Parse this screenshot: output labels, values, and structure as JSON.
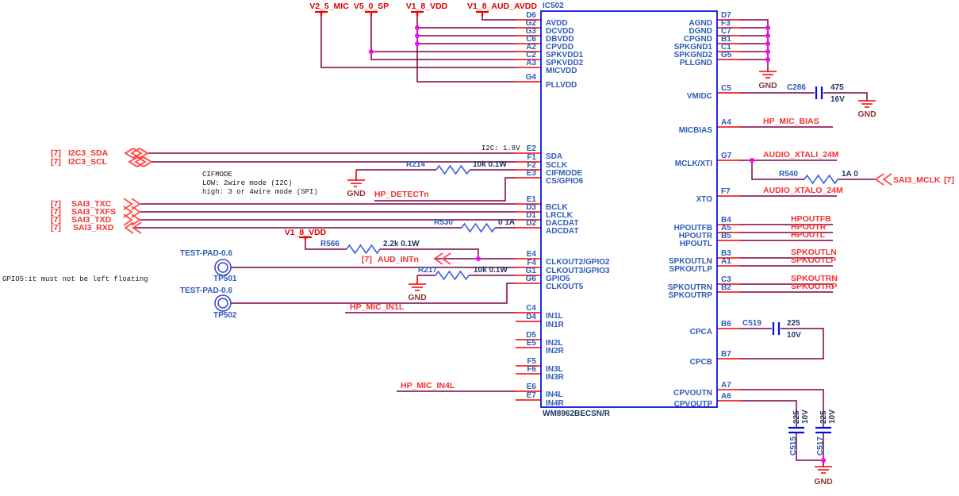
{
  "labels": {
    "gnd": "GND"
  },
  "ic": {
    "refdes": "IC502",
    "part": "WM8962BECSN/R",
    "left_pins": [
      {
        "n": "D6",
        "name": "AVDD"
      },
      {
        "n": "G2",
        "name": "DCVDD"
      },
      {
        "n": "G3",
        "name": "DBVDD"
      },
      {
        "n": "C6",
        "name": "CPVDD"
      },
      {
        "n": "A2",
        "name": "SPKVDD1"
      },
      {
        "n": "C2",
        "name": "SPKVDD2"
      },
      {
        "n": "A3",
        "name": "MICVDD"
      },
      {
        "n": "G4",
        "name": "PLLVDD"
      },
      {
        "n": "E2",
        "name": "SDA"
      },
      {
        "n": "F1",
        "name": "SCLK"
      },
      {
        "n": "F2",
        "name": "CIFMODE"
      },
      {
        "n": "E3",
        "name": "CS/GPIO6"
      },
      {
        "n": "E1",
        "name": "BCLK"
      },
      {
        "n": "D3",
        "name": "LRCLK"
      },
      {
        "n": "D1",
        "name": "DACDAT"
      },
      {
        "n": "D2",
        "name": "ADCDAT"
      },
      {
        "n": "E4",
        "name": "CLKOUT2/GPIO2"
      },
      {
        "n": "F4",
        "name": "CLKOUT3/GPIO3"
      },
      {
        "n": "G1",
        "name": "GPIO5"
      },
      {
        "n": "G6",
        "name": "CLKOUT5"
      },
      {
        "n": "C4",
        "name": "IN1L"
      },
      {
        "n": "D4",
        "name": "IN1R"
      },
      {
        "n": "D5",
        "name": "IN2L"
      },
      {
        "n": "E5",
        "name": "IN2R"
      },
      {
        "n": "F5",
        "name": "IN3L"
      },
      {
        "n": "F6",
        "name": "IN3R"
      },
      {
        "n": "E6",
        "name": "IN4L"
      },
      {
        "n": "E7",
        "name": "IN4R"
      }
    ],
    "right_pins": [
      {
        "n": "D7",
        "name": "AGND"
      },
      {
        "n": "F3",
        "name": "DGND"
      },
      {
        "n": "C7",
        "name": "CPGND"
      },
      {
        "n": "B1",
        "name": "SPKGND1"
      },
      {
        "n": "C1",
        "name": "SPKGND2"
      },
      {
        "n": "G5",
        "name": "PLLGND"
      },
      {
        "n": "C5",
        "name": "VMIDC"
      },
      {
        "n": "A4",
        "name": "MICBIAS"
      },
      {
        "n": "G7",
        "name": "MCLK/XTI"
      },
      {
        "n": "F7",
        "name": "XTO"
      },
      {
        "n": "B4",
        "name": "HPOUTFB"
      },
      {
        "n": "A5",
        "name": "HPOUTR"
      },
      {
        "n": "B5",
        "name": "HPOUTL"
      },
      {
        "n": "B3",
        "name": "SPKOUTLN"
      },
      {
        "n": "A1",
        "name": "SPKOUTLP"
      },
      {
        "n": "C3",
        "name": "SPKOUTRN"
      },
      {
        "n": "B2",
        "name": "SPKOUTRP"
      },
      {
        "n": "B6",
        "name": "CPCA"
      },
      {
        "n": "B7",
        "name": "CPCB"
      },
      {
        "n": "A7",
        "name": "CPVOUTN"
      },
      {
        "n": "A6",
        "name": "CPVOUTP"
      }
    ]
  },
  "power_rails": {
    "v2_5_mic": "V2_5_MIC",
    "v5_0_sp": "V5_0_SP",
    "v1_8_vdd": "V1_8_VDD",
    "v1_8_aud_avdd": "V1_8_AUD_AVDD",
    "v1_8_vdd_pullup": "V1_8_VDD"
  },
  "ports": {
    "i2c3_sda": {
      "tag": "[7]",
      "name": "I2C3_SDA"
    },
    "i2c3_scl": {
      "tag": "[7]",
      "name": "I2C3_SCL"
    },
    "sai3_txc": {
      "tag": "[7]",
      "name": "SAI3_TXC"
    },
    "sai3_txfs": {
      "tag": "[7]",
      "name": "SAI3_TXFS"
    },
    "sai3_txd": {
      "tag": "[7]",
      "name": "SAI3_TXD"
    },
    "sai3_rxd": {
      "tag": "[7]",
      "name": "SAI3_RXD"
    },
    "aud_intn": {
      "tag": "[7]",
      "name": "AUD_INTn"
    },
    "sai3_mclk": {
      "name": "SAI3_MCLK",
      "tag": "[7]"
    }
  },
  "nets": {
    "hp_mic_bias": "HP_MIC_BIAS",
    "audio_xtali_24m": "AUDIO_XTALI_24M",
    "audio_xtalo_24m": "AUDIO_XTALO_24M",
    "hpoutfb": "HPOUTFB",
    "hpoutr": "HPOUTR",
    "hpoutl": "HPOUTL",
    "spkoutln": "SPKOUTLN",
    "spkoutlp": "SPKOUTLP",
    "spkoutrn": "SPKOUTRN",
    "spkoutrp": "SPKOUTRP",
    "hp_detectn": "HP_DETECTn",
    "hp_mic_in1l": "HP_MIC_IN1L",
    "hp_mic_in4l": "HP_MIC_IN4L"
  },
  "resistors": {
    "r214": {
      "ref": "R214",
      "value": "10k 0.1W"
    },
    "r530": {
      "ref": "R530",
      "value": "0 1A"
    },
    "r566": {
      "ref": "R566",
      "value": "2.2k 0.1W"
    },
    "r217": {
      "ref": "R217",
      "value": "10k 0.1W"
    },
    "r540": {
      "ref": "R540",
      "value": "1A 0"
    }
  },
  "capacitors": {
    "c286": {
      "ref": "C286",
      "value": "475",
      "voltage": "16V"
    },
    "c519": {
      "ref": "C519",
      "value": "225",
      "voltage": "10V"
    },
    "c515": {
      "ref": "C515",
      "value": "225",
      "voltage": "10V"
    },
    "c517": {
      "ref": "C517",
      "value": "225",
      "voltage": "10V"
    }
  },
  "testpoints": {
    "tp501": {
      "ref": "TP501",
      "type": "TEST-PAD-0.6"
    },
    "tp502": {
      "ref": "TP502",
      "type": "TEST-PAD-0.6"
    }
  },
  "annotations": {
    "i2c_level": "I2C: 1.8V",
    "cifmode_1": "CIFMODE",
    "cifmode_2": "LOW: 2wire mode (I2C)",
    "cifmode_3": "high: 3 or 4wire mode (SPI)",
    "gpio5_note": "GPIO5:it must not be left floating"
  },
  "colors": {
    "wire": "#7d0045",
    "pin_stub": "#f00000",
    "ic_outline": "#0008dd",
    "junction": "#ff00ff",
    "net_label": "#f23333",
    "power_label": "#dd0000",
    "component_blue": "#2e5cb8",
    "value_navy": "#1f3864"
  }
}
